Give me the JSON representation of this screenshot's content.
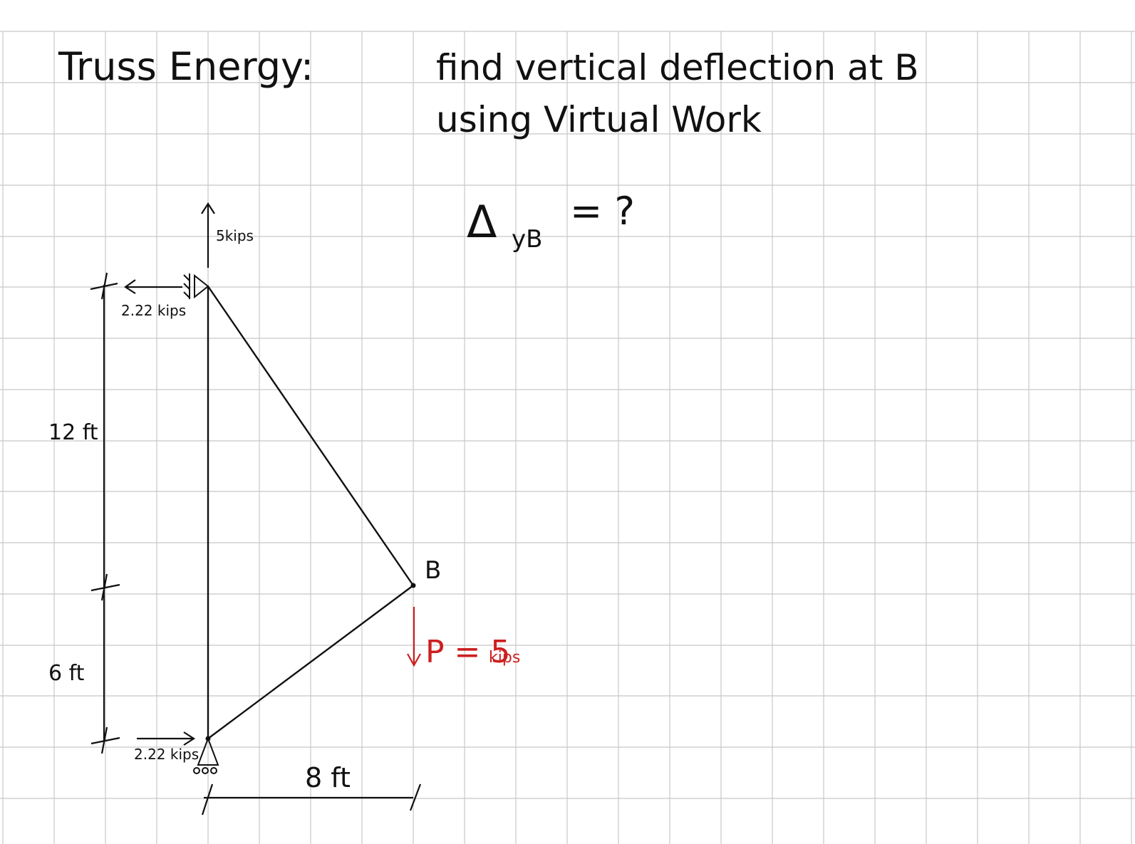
{
  "title": {
    "topic": "Truss Energy:",
    "line1": "find vertical deflection at B",
    "line2": "using Virtual Work"
  },
  "unknown": {
    "delta": "Δ",
    "subscript": "yB",
    "rest": "= ?"
  },
  "reactions": {
    "top_vertical": "5kips",
    "top_horizontal": "2.22 kips",
    "bottom_horizontal": "2.22 kips"
  },
  "load": {
    "label": "P = 5",
    "unit": "kips",
    "color": "#cc1f1f"
  },
  "node_label": "B",
  "dimensions": {
    "upper_height": "12 ft",
    "lower_height": "6 ft",
    "base_width": "8 ft"
  },
  "colors": {
    "grid": "#c8c8c8",
    "ink": "#111111",
    "load": "#cc1f1f"
  }
}
